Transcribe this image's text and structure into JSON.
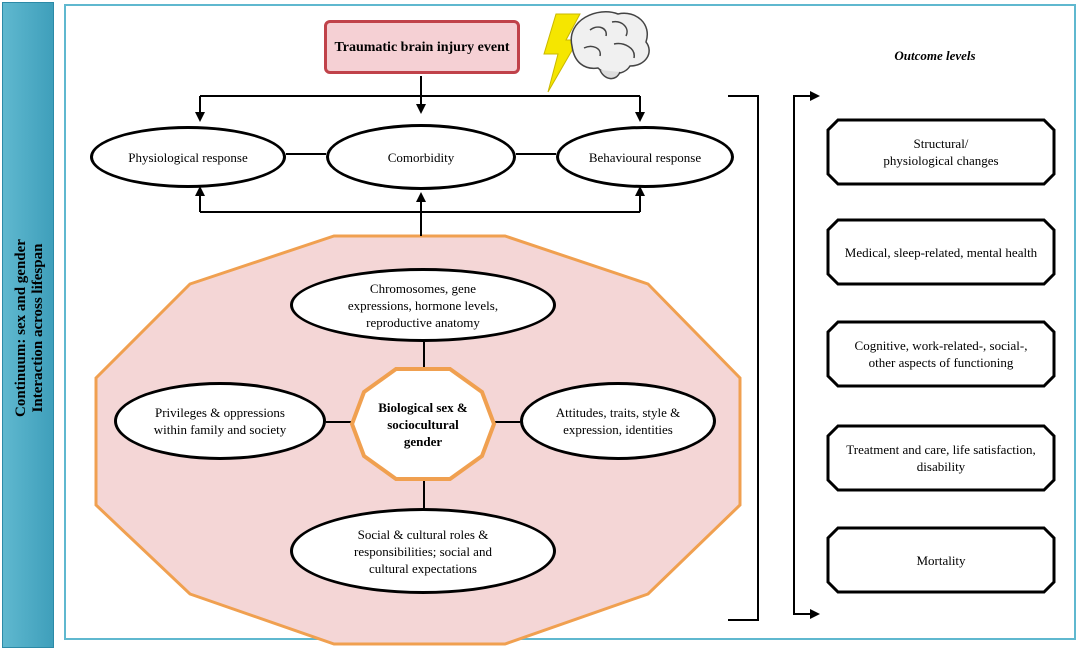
{
  "sidebar": {
    "line1": "Continuum: sex and gender",
    "line2": "Interaction across lifespan",
    "color": "#4aa9c4"
  },
  "event": {
    "label": "Traumatic brain injury event",
    "fill": "#f5d0d4",
    "border": "#c0424a"
  },
  "responses": {
    "physiological": "Physiological response",
    "comorbidity": "Comorbidity",
    "behavioural": "Behavioural response"
  },
  "dodecagon": {
    "fill": "#f4d6d6",
    "border": "#f0a050"
  },
  "center": {
    "line1": "Biological sex &",
    "line2": "sociocultural",
    "line3": "gender"
  },
  "factors": {
    "top": [
      "Chromosomes, gene",
      "expressions, hormone levels,",
      "reproductive anatomy"
    ],
    "left": [
      "Privileges & oppressions",
      "within family and society"
    ],
    "right": [
      "Attitudes, traits, style &",
      "expression, identities"
    ],
    "bottom": [
      "Social & cultural roles &",
      "responsibilities; social and",
      "cultural expectations"
    ]
  },
  "outcomes": {
    "title": "Outcome levels",
    "items": [
      [
        "Structural/",
        "physiological changes"
      ],
      [
        "Medical, sleep-related, mental health"
      ],
      [
        "Cognitive, work-related-, social-,",
        "other aspects of functioning"
      ],
      [
        "Treatment and care, life satisfaction,",
        "disability"
      ],
      [
        "Mortality"
      ]
    ]
  },
  "icons": {
    "brain": "brain-icon",
    "lightning": "lightning-bolt-icon",
    "lightning_color": "#f5e600"
  }
}
